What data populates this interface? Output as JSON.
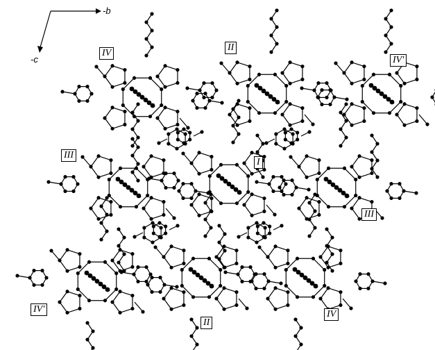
{
  "axes": {
    "b_label": "-b",
    "c_label": "-c"
  },
  "molecule_labels": [
    {
      "id": "IV-top-left",
      "text": "IV"
    },
    {
      "id": "II-top",
      "text": "II"
    },
    {
      "id": "IVp-top-right",
      "text": "IV'"
    },
    {
      "id": "III-left",
      "text": "III"
    },
    {
      "id": "I-center",
      "text": "I"
    },
    {
      "id": "III-right",
      "text": "III"
    },
    {
      "id": "IVp-bottom-left",
      "text": "IV'"
    },
    {
      "id": "II-bottom",
      "text": "II"
    },
    {
      "id": "IV-bottom",
      "text": "IV"
    }
  ]
}
